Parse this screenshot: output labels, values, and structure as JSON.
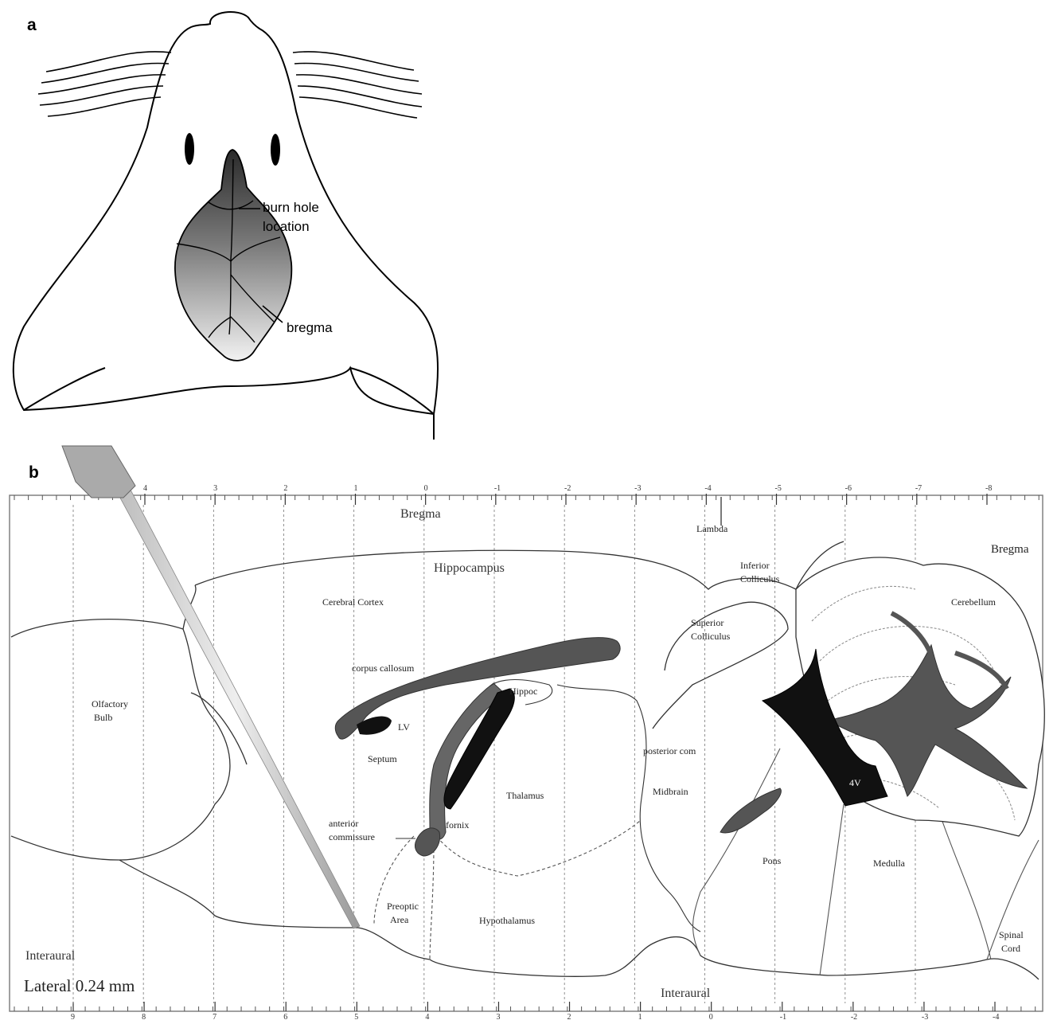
{
  "panel_a": {
    "letter": "a",
    "label_burn_hole_line1": "burn hole",
    "label_burn_hole_line2": "location",
    "label_bregma": "bregma"
  },
  "panel_b": {
    "letter": "b",
    "top_scale_ticks": [
      "4",
      "3",
      "2",
      "1",
      "0",
      "-1",
      "-2",
      "-3",
      "-4",
      "-5",
      "-6",
      "-7",
      "-8"
    ],
    "bottom_scale_ticks": [
      "9",
      "8",
      "7",
      "6",
      "5",
      "4",
      "3",
      "2",
      "1",
      "0",
      "-1",
      "-2",
      "-3",
      "-4"
    ],
    "labels": {
      "bregma_top": "Bregma",
      "bregma_right": "Bregma",
      "lambda": "Lambda",
      "hippocampus": "Hippocampus",
      "inferior_colliculus_1": "Inferior",
      "inferior_colliculus_2": "Colliculus",
      "cerebellum": "Cerebellum",
      "cerebral_cortex": "Cerebral Cortex",
      "superior_colliculus_1": "Superior",
      "superior_colliculus_2": "Colliculus",
      "corpus_callosum": "corpus callosum",
      "hippoc": "Hippoc",
      "olfactory_bulb_1": "Olfactory",
      "olfactory_bulb_2": "Bulb",
      "lv": "LV",
      "septum": "Septum",
      "posterior_com": "posterior com",
      "thalamus": "Thalamus",
      "midbrain": "Midbrain",
      "fourth_ventricle": "4V",
      "anterior_commissure_1": "anterior",
      "anterior_commissure_2": "commissure",
      "fornix": "fornix",
      "pons": "Pons",
      "medulla": "Medulla",
      "preoptic_area_1": "Preoptic",
      "preoptic_area_2": "Area",
      "hypothalamus": "Hypothalamus",
      "spinal_cord_1": "Spinal",
      "spinal_cord_2": "Cord",
      "interaural_left": "Interaural",
      "interaural_bottom": "Interaural",
      "lateral": "Lateral 0.24 mm"
    }
  }
}
